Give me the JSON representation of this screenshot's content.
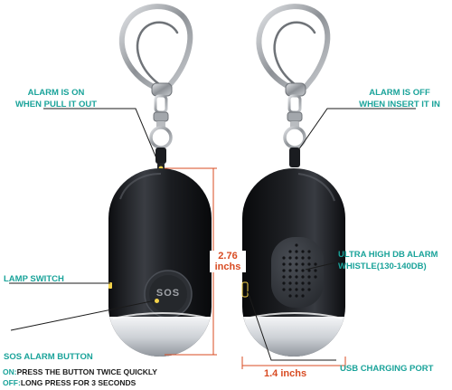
{
  "callouts": {
    "alarm_on_line1": "ALARM IS ON",
    "alarm_on_line2": "WHEN PULL IT OUT",
    "alarm_off_line1": "ALARM IS OFF",
    "alarm_off_line2": "WHEN INSERT IT IN",
    "whistle_line1": "ULTRA HIGH DB ALARM",
    "whistle_line2": "WHISTLE(130-140DB)",
    "lamp_switch": "LAMP SWITCH",
    "sos_button": "SOS ALARM BUTTON",
    "usb_port": "USB CHARGING PORT"
  },
  "dimensions": {
    "height_value": "2.76",
    "height_unit": "inchs",
    "width": "1.4 inchs"
  },
  "sos_glyph": "SOS",
  "instructions": {
    "on_key": "ON:",
    "on_text": "PRESS THE BUTTON TWICE QUICKLY",
    "off_key": "OFF:",
    "off_text": "LONG PRESS FOR 3 SECONDS"
  },
  "colors": {
    "label": "#1aa39a",
    "dimension": "#d84b22",
    "device_body": "#1a1c20",
    "ring_metal": "#9a9ea3"
  }
}
